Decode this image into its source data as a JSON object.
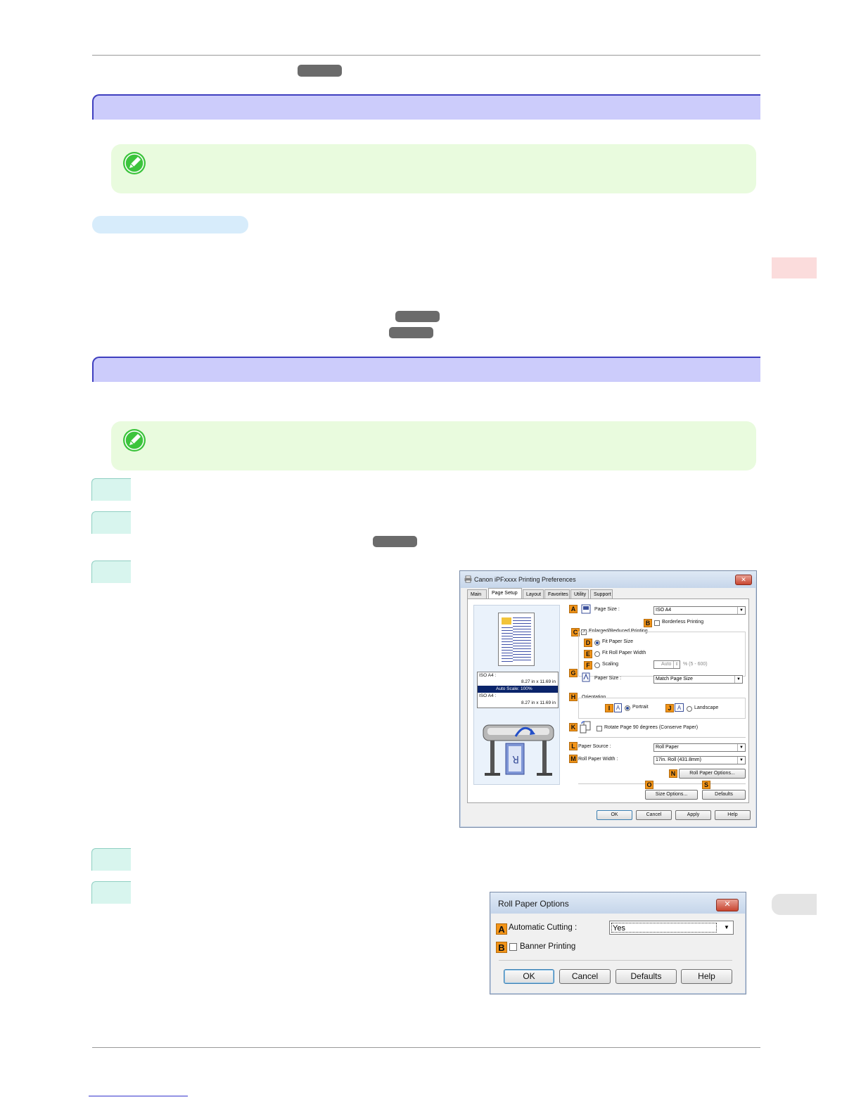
{
  "dialog1": {
    "title": "Canon iPFxxxx Printing Preferences",
    "close_glyph": "✕",
    "tabs": [
      "Main",
      "Page Setup",
      "Layout",
      "Favorites",
      "Utility",
      "Support"
    ],
    "page_size_label": "Page Size :",
    "page_size_value": "ISO A4",
    "borderless_label": "Borderless Printing",
    "enlarged_label": "Enlarged/Reduced Printing",
    "fit_paper_size_label": "Fit Paper Size",
    "fit_roll_width_label": "Fit Roll Paper Width",
    "scaling_label": "Scaling",
    "scaling_value": "Auto",
    "scaling_range": "% (5 - 600)",
    "paper_size_label": "Paper Size :",
    "paper_size_value": "Match Page Size",
    "orientation_label": "Orientation",
    "portrait_label": "Portrait",
    "landscape_label": "Landscape",
    "rotate_label": "Rotate Page 90 degrees (Conserve Paper)",
    "paper_source_label": "Paper Source :",
    "paper_source_value": "Roll Paper",
    "roll_width_label": "Roll Paper Width :",
    "roll_width_value": "17in. Roll (431.8mm)",
    "roll_options_button": "Roll Paper Options...",
    "size_options_button": "Size Options...",
    "defaults_button": "Defaults",
    "ok_button": "OK",
    "cancel_button": "Cancel",
    "apply_button": "Apply",
    "help_button": "Help",
    "preview_line1": "ISO A4 :",
    "preview_line2": "8.27 in x 11.69 in",
    "preview_scale": "Auto Scale: 100%",
    "preview_line3": "ISO A4 :",
    "preview_line4": "8.27 in x 11.69 in",
    "badges": [
      "A",
      "B",
      "C",
      "D",
      "E",
      "F",
      "G",
      "H",
      "I",
      "J",
      "K",
      "L",
      "M",
      "N",
      "O",
      "S"
    ]
  },
  "dialog2": {
    "title": "Roll Paper Options",
    "close_glyph": "✕",
    "auto_cutting_label": "Automatic Cutting :",
    "auto_cutting_value": "Yes",
    "banner_label": "Banner Printing",
    "ok_button": "OK",
    "cancel_button": "Cancel",
    "defaults_button": "Defaults",
    "help_button": "Help",
    "badges": [
      "A",
      "B"
    ]
  },
  "colors": {
    "section_fill": "#ccccfb",
    "section_border": "#3f3fbf",
    "note_fill": "#e9fbde",
    "note_icon": "#3cc43c",
    "step_tab_fill": "#d8f5ee",
    "subhead_fill": "#d7ecfb",
    "badge_orange": "#f29418",
    "side_tab_pink": "#fbdcdc",
    "side_tab_grey": "#e4e4e4"
  },
  "icons": [
    "pencil-note-icon",
    "printer-icon",
    "close-icon",
    "dropdown-arrow-icon"
  ]
}
